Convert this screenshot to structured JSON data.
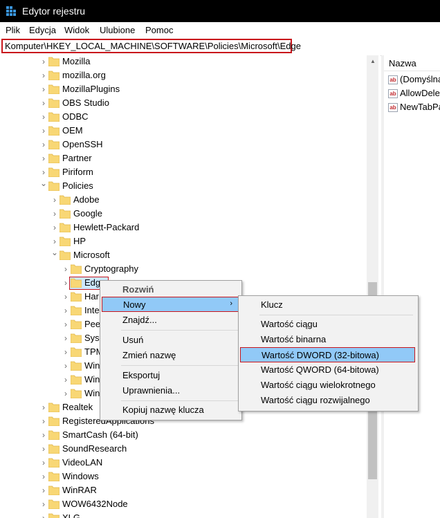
{
  "window": {
    "title": "Edytor rejestru"
  },
  "menu": [
    "Plik",
    "Edycja",
    "Widok",
    "Ulubione",
    "Pomoc"
  ],
  "address": "Komputer\\HKEY_LOCAL_MACHINE\\SOFTWARE\\Policies\\Microsoft\\Edge",
  "tree": [
    {
      "label": "Mozilla",
      "expanded": false
    },
    {
      "label": "mozilla.org",
      "expanded": false
    },
    {
      "label": "MozillaPlugins",
      "expanded": false
    },
    {
      "label": "OBS Studio",
      "expanded": false
    },
    {
      "label": "ODBC",
      "expanded": false
    },
    {
      "label": "OEM",
      "expanded": false
    },
    {
      "label": "OpenSSH",
      "expanded": false
    },
    {
      "label": "Partner",
      "expanded": false
    },
    {
      "label": "Piriform",
      "expanded": false
    },
    {
      "label": "Policies",
      "expanded": true
    },
    {
      "label": "Adobe",
      "expanded": false
    },
    {
      "label": "Google",
      "expanded": false
    },
    {
      "label": "Hewlett-Packard",
      "expanded": false
    },
    {
      "label": "HP",
      "expanded": false
    },
    {
      "label": "Microsoft",
      "expanded": true
    },
    {
      "label": "Cryptography",
      "expanded": false
    },
    {
      "label": "Edg",
      "expanded": false
    },
    {
      "label": "Har",
      "expanded": false
    },
    {
      "label": "Inte",
      "expanded": false
    },
    {
      "label": "Pee",
      "expanded": false
    },
    {
      "label": "Sys",
      "expanded": false
    },
    {
      "label": "TPM",
      "expanded": false
    },
    {
      "label": "Win",
      "expanded": false
    },
    {
      "label": "Win",
      "expanded": false
    },
    {
      "label": "Win",
      "expanded": false
    },
    {
      "label": "Realtek",
      "expanded": false
    },
    {
      "label": "RegisteredApplications",
      "expanded": false
    },
    {
      "label": "SmartCash (64-bit)",
      "expanded": false
    },
    {
      "label": "SoundResearch",
      "expanded": false
    },
    {
      "label": "VideoLAN",
      "expanded": false
    },
    {
      "label": "Windows",
      "expanded": false
    },
    {
      "label": "WinRAR",
      "expanded": false
    },
    {
      "label": "WOW6432Node",
      "expanded": false
    },
    {
      "label": "XLG",
      "expanded": false
    }
  ],
  "right_pane": {
    "header": "Nazwa",
    "values": [
      "(Domyślna)",
      "AllowDelet",
      "NewTabPa"
    ]
  },
  "context_menu": {
    "title": "Rozwiń",
    "items": [
      "Nowy",
      "Znajdź...",
      "Usuń",
      "Zmień nazwę",
      "Eksportuj",
      "Uprawnienia...",
      "Kopiuj nazwę klucza"
    ]
  },
  "submenu": {
    "items": [
      "Klucz",
      "Wartość ciągu",
      "Wartość binarna",
      "Wartość DWORD (32-bitowa)",
      "Wartość QWORD (64-bitowa)",
      "Wartość ciągu wielokrotnego",
      "Wartość ciągu rozwijalnego"
    ]
  },
  "colors": {
    "accent": "#c8151b",
    "selection": "#cce8ff",
    "folder": "#f8d775"
  }
}
